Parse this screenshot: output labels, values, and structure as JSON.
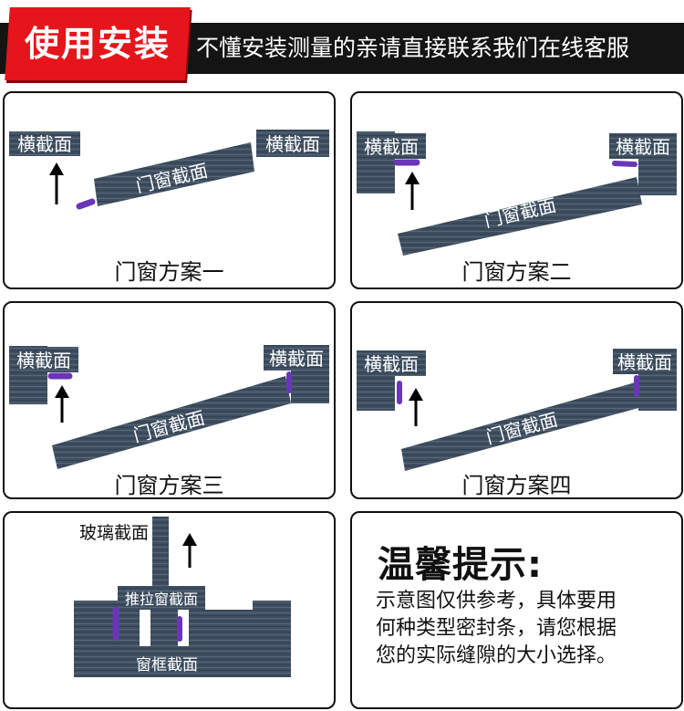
{
  "header": {
    "title": "使用安装",
    "subtitle": "不懂安装测量的亲请直接联系我们在线客服"
  },
  "labels": {
    "cross_section": "横截面",
    "door_window_section": "门窗截面",
    "glass_section": "玻璃截面",
    "sliding_window_section": "推拉窗截面",
    "window_frame_section": "窗框截面"
  },
  "schemes": [
    {
      "caption": "门窗方案一"
    },
    {
      "caption": "门窗方案二"
    },
    {
      "caption": "门窗方案三"
    },
    {
      "caption": "门窗方案四"
    }
  ],
  "tips": {
    "title": "温馨提示:",
    "lines": [
      "示意图仅供参考，具体要用",
      "何种类型密封条，请您根据",
      "您的实际缝隙的大小选择。"
    ]
  },
  "colors": {
    "header_bg": "#141414",
    "header_badge": "#e5151b",
    "board": "#3e4e5f",
    "seal": "#6a35b8"
  }
}
